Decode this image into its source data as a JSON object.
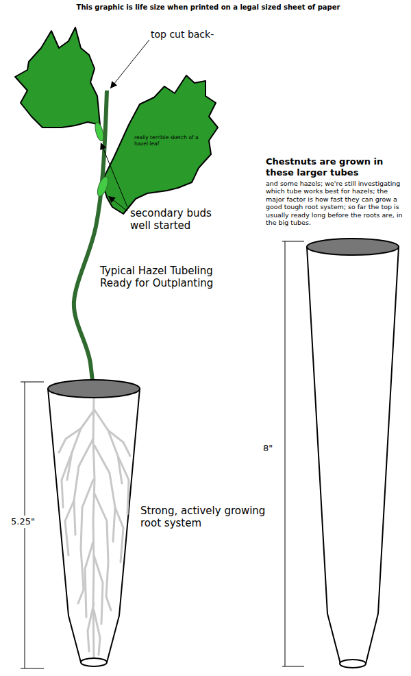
{
  "diagram": {
    "title": "This graphic is life size when printed on a legal sized sheet of paper",
    "labels": [
      "top cut back-",
      "really terrible sketch of a hazel leaf",
      "secondary buds well started",
      "Typical Hazel Tubeling Ready for Outplanting",
      "Chestnuts are grown in these larger tubes",
      "and some hazels; we're still investigating which tube works best for hazels; the major factor is how fast they can grow a good tough root system; so far the top is usually ready long before the roots are, in the big tubes.",
      "5.25\"",
      "Strong, actively growing root system",
      "8\""
    ]
  }
}
